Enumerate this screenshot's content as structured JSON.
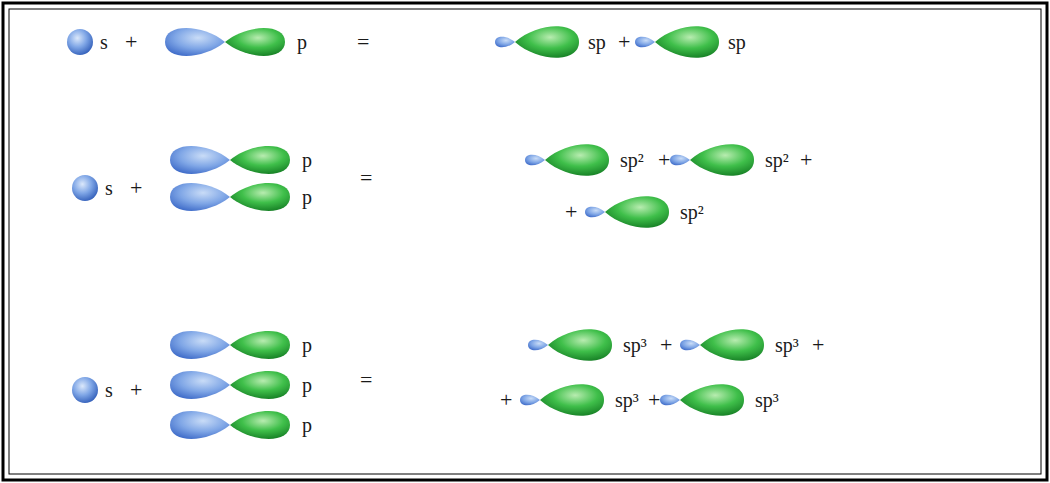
{
  "diagram": {
    "labels": [
      "s",
      "+",
      "p",
      "=",
      "sp",
      "+",
      "sp",
      "s",
      "+",
      "p",
      "p",
      "=",
      "sp²",
      "+",
      "sp²",
      "+",
      "+",
      "sp²",
      "s",
      "+",
      "p",
      "p",
      "p",
      "=",
      "sp³",
      "+",
      "sp³",
      "+",
      "+",
      "sp³",
      "+",
      "sp³"
    ]
  }
}
